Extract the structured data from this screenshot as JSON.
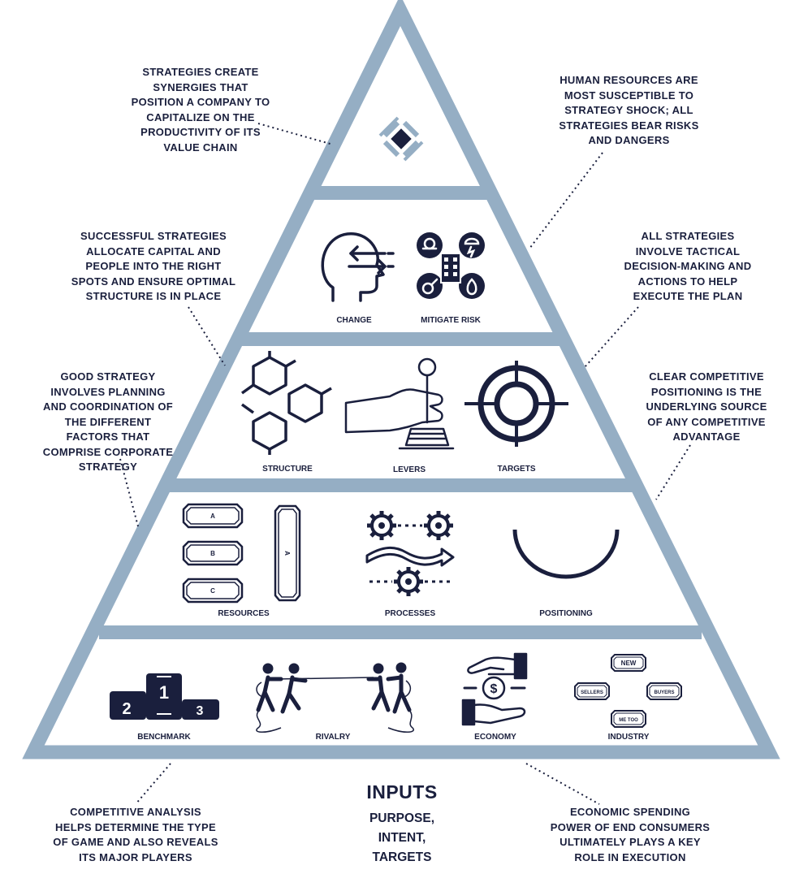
{
  "notes": {
    "top_left": "STRATEGIES CREATE SYNERGIES THAT POSITION A COMPANY TO CAPITALIZE ON THE PRODUCTIVITY OF ITS VALUE CHAIN",
    "top_right": "HUMAN RESOURCES ARE MOST SUSCEPTIBLE TO STRATEGY SHOCK; ALL STRATEGIES BEAR RISKS AND DANGERS",
    "mid_left": "SUCCESSFUL STRATEGIES ALLOCATE CAPITAL AND PEOPLE INTO THE RIGHT SPOTS AND ENSURE OPTIMAL STRUCTURE IS IN PLACE",
    "mid_right": "ALL STRATEGIES INVOLVE TACTICAL DECISION-MAKING AND ACTIONS TO HELP EXECUTE THE PLAN",
    "low_left": "GOOD STRATEGY INVOLVES PLANNING AND COORDINATION OF THE DIFFERENT FACTORS THAT COMPRISE CORPORATE STRATEGY",
    "low_right": "CLEAR COMPETITIVE POSITIONING IS THE UNDERLYING SOURCE OF ANY COMPETITIVE ADVANTAGE",
    "bottom_left": "COMPETITIVE ANALYSIS HELPS DETERMINE THE TYPE OF GAME AND ALSO REVEALS ITS MAJOR PLAYERS",
    "bottom_right": "ECONOMIC SPENDING POWER OF END CONSUMERS ULTIMATELY PLAYS A KEY ROLE IN EXECUTION"
  },
  "inputs": {
    "title": "INPUTS",
    "lines": [
      "PURPOSE,",
      "INTENT,",
      "TARGETS"
    ]
  },
  "tiers": {
    "tier2": [
      "CHANGE",
      "MITIGATE RISK"
    ],
    "tier3": [
      "STRUCTURE",
      "LEVERS",
      "TARGETS"
    ],
    "tier4": [
      "RESOURCES",
      "PROCESSES",
      "POSITIONING"
    ],
    "tier5": [
      "BENCHMARK",
      "RIVALRY",
      "ECONOMY",
      "INDUSTRY"
    ]
  },
  "resource_tags": [
    "A",
    "B",
    "C",
    "A"
  ],
  "podium_numbers": [
    "2",
    "1",
    "3"
  ],
  "industry_tags": [
    "NEW",
    "SELLERS",
    "BUYERS",
    "ME TOO"
  ],
  "colors": {
    "pyramid_stroke": "#95aec4",
    "ink": "#1a1f3d",
    "background": "#ffffff"
  },
  "icons": [
    "diamond-logo-icon",
    "head-change-icon",
    "risk-quad-icon",
    "hexagon-structure-icon",
    "lever-hand-icon",
    "crosshair-target-icon",
    "gears-process-icon",
    "arc-positioning-icon",
    "podium-icon",
    "tug-of-war-icon",
    "hand-money-icon"
  ]
}
